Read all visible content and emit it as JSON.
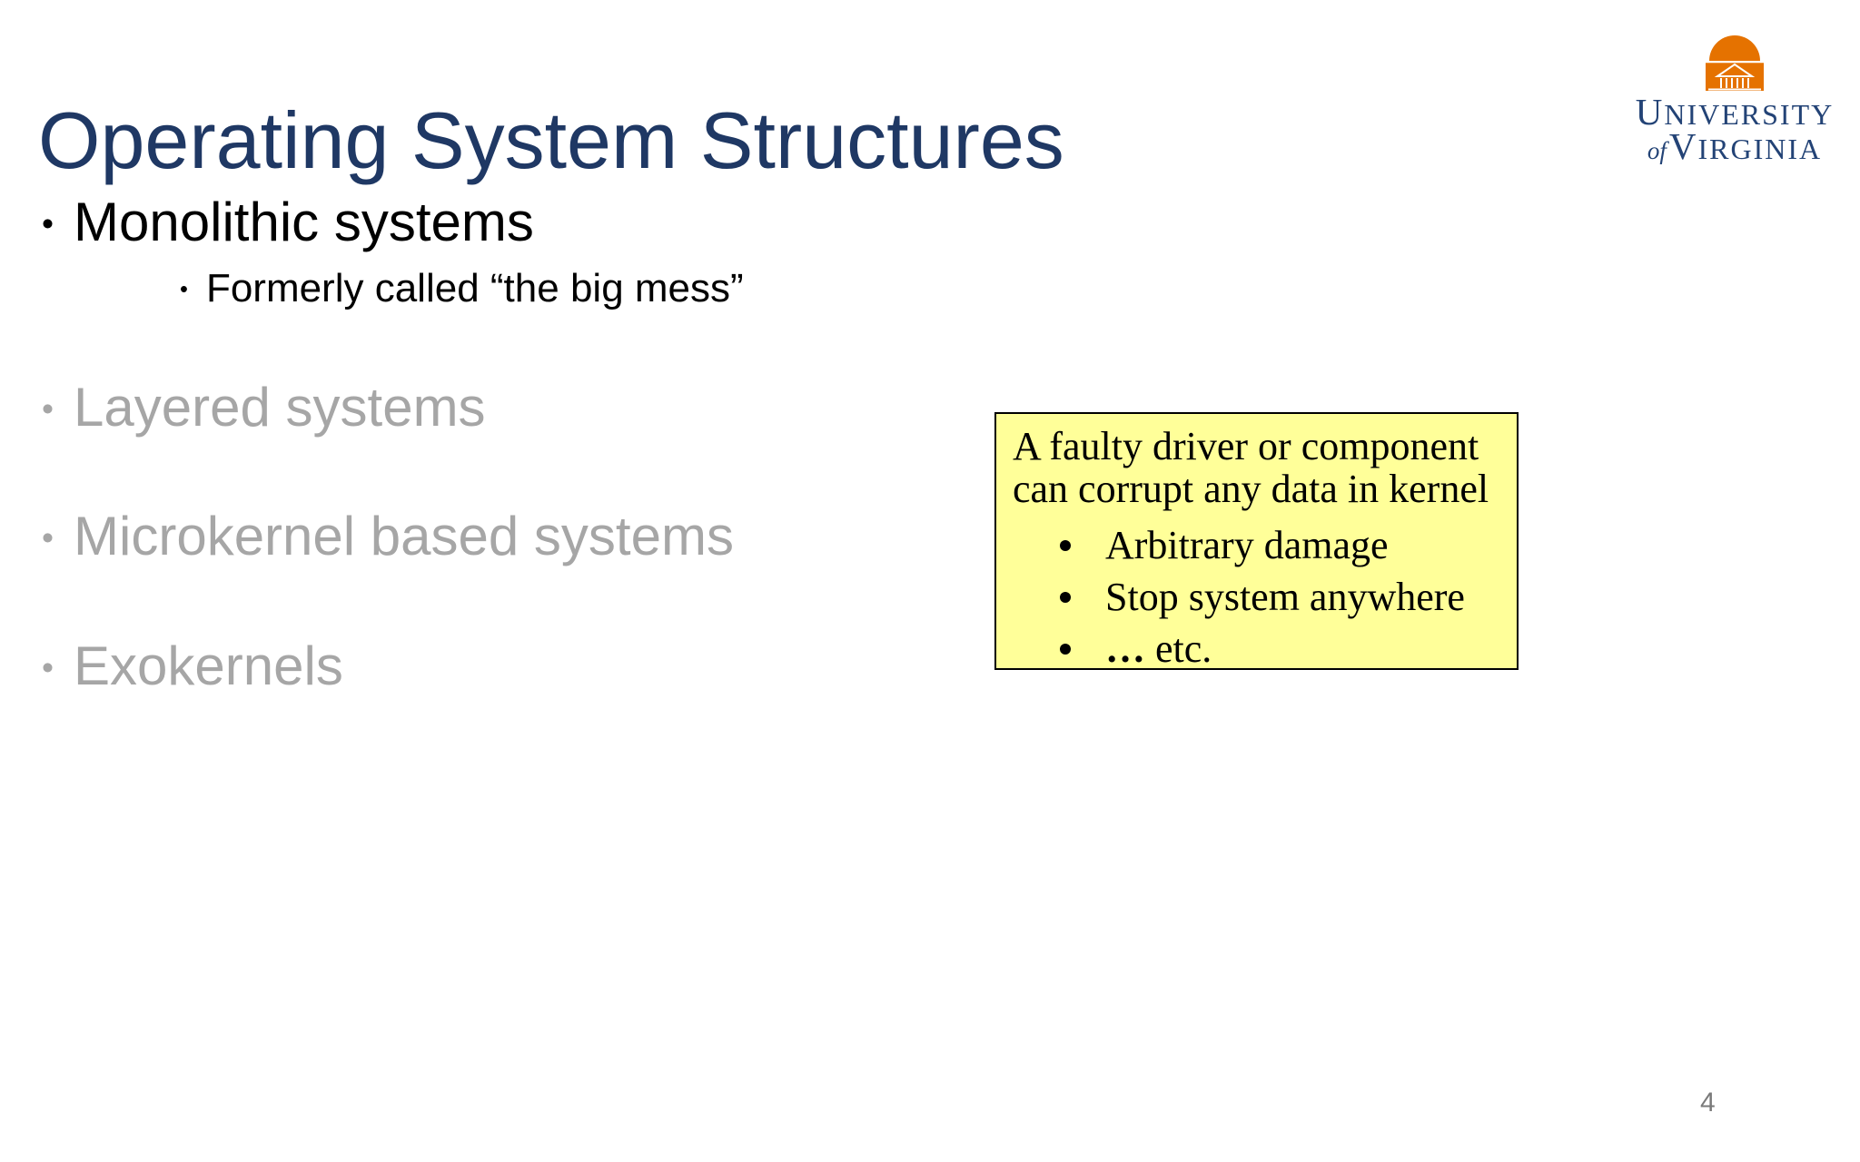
{
  "slide": {
    "title": "Operating System Structures",
    "page_number": "4",
    "colors": {
      "title_navy": "#1F3864",
      "logo_navy": "#234376",
      "logo_orange": "#E57200",
      "active_text": "#000000",
      "inactive_gray": "#A6A6A6",
      "callout_background": "#FFFF99",
      "callout_border": "#000000",
      "page_number_gray": "#7A7A7A"
    }
  },
  "logo": {
    "university": "UNIVERSITY",
    "of": "of",
    "virginia": "VIRGINIA",
    "icon": "uva-rotunda-icon"
  },
  "list": {
    "items": [
      {
        "label": "Monolithic systems",
        "state": "active"
      },
      {
        "label": "Layered systems",
        "state": "inactive"
      },
      {
        "label": "Microkernel based systems",
        "state": "inactive"
      },
      {
        "label": "Exokernels",
        "state": "inactive"
      }
    ],
    "sub_item": "Formerly called “the big mess”"
  },
  "callout": {
    "lines": [
      "A faulty driver or component",
      "can corrupt any data in kernel"
    ],
    "bullets": [
      "Arbitrary damage",
      "Stop system anywhere"
    ],
    "last_bullet": {
      "ellipsis": "…",
      "rest": " etc."
    }
  }
}
